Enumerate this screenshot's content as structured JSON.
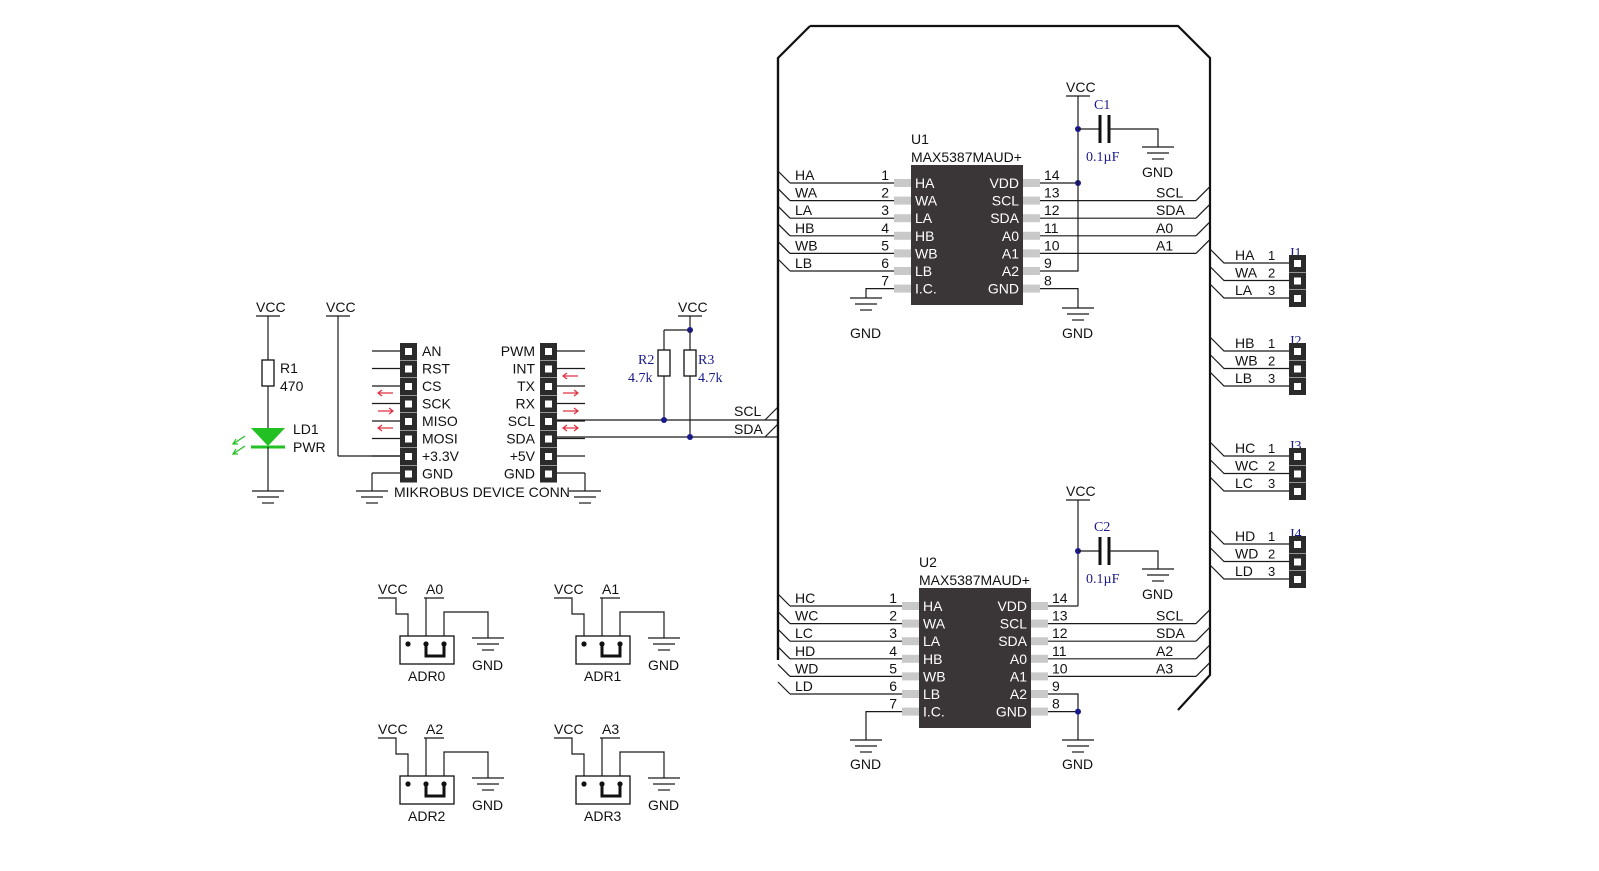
{
  "power": {
    "vcc": "VCC",
    "gnd": "GND"
  },
  "led_section": {
    "r1_ref": "R1",
    "r1_value": "470",
    "ld1_ref": "LD1",
    "ld1_value": "PWR"
  },
  "mikrobus": {
    "caption": "MIKROBUS DEVICE CONN",
    "left_labels": [
      "AN",
      "RST",
      "CS",
      "SCK",
      "MISO",
      "MOSI",
      "+3.3V",
      "GND"
    ],
    "right_labels": [
      "PWM",
      "INT",
      "TX",
      "RX",
      "SCL",
      "SDA",
      "+5V",
      "GND"
    ]
  },
  "pullups": {
    "r2_ref": "R2",
    "r2_value": "4.7k",
    "r3_ref": "R3",
    "r3_value": "4.7k",
    "scl": "SCL",
    "sda": "SDA"
  },
  "u1": {
    "ref": "U1",
    "part": "MAX5387MAUD+",
    "left_pins": [
      {
        "name": "HA",
        "num": "1",
        "net": "HA"
      },
      {
        "name": "WA",
        "num": "2",
        "net": "WA"
      },
      {
        "name": "LA",
        "num": "3",
        "net": "LA"
      },
      {
        "name": "HB",
        "num": "4",
        "net": "HB"
      },
      {
        "name": "WB",
        "num": "5",
        "net": "WB"
      },
      {
        "name": "LB",
        "num": "6",
        "net": "LB"
      },
      {
        "name": "I.C.",
        "num": "7",
        "net": ""
      }
    ],
    "right_pins": [
      {
        "name": "VDD",
        "num": "14",
        "net": ""
      },
      {
        "name": "SCL",
        "num": "13",
        "net": "SCL"
      },
      {
        "name": "SDA",
        "num": "12",
        "net": "SDA"
      },
      {
        "name": "A0",
        "num": "11",
        "net": "A0"
      },
      {
        "name": "A1",
        "num": "10",
        "net": "A1"
      },
      {
        "name": "A2",
        "num": "9",
        "net": ""
      },
      {
        "name": "GND",
        "num": "8",
        "net": ""
      }
    ]
  },
  "u2": {
    "ref": "U2",
    "part": "MAX5387MAUD+",
    "left_pins": [
      {
        "name": "HA",
        "num": "1",
        "net": "HC"
      },
      {
        "name": "WA",
        "num": "2",
        "net": "WC"
      },
      {
        "name": "LA",
        "num": "3",
        "net": "LC"
      },
      {
        "name": "HB",
        "num": "4",
        "net": "HD"
      },
      {
        "name": "WB",
        "num": "5",
        "net": "WD"
      },
      {
        "name": "LB",
        "num": "6",
        "net": "LD"
      },
      {
        "name": "I.C.",
        "num": "7",
        "net": ""
      }
    ],
    "right_pins": [
      {
        "name": "VDD",
        "num": "14",
        "net": ""
      },
      {
        "name": "SCL",
        "num": "13",
        "net": "SCL"
      },
      {
        "name": "SDA",
        "num": "12",
        "net": "SDA"
      },
      {
        "name": "A0",
        "num": "11",
        "net": "A2"
      },
      {
        "name": "A1",
        "num": "10",
        "net": "A3"
      },
      {
        "name": "A2",
        "num": "9",
        "net": ""
      },
      {
        "name": "GND",
        "num": "8",
        "net": ""
      }
    ]
  },
  "caps": [
    {
      "ref": "C1",
      "value": "0.1µF"
    },
    {
      "ref": "C2",
      "value": "0.1µF"
    }
  ],
  "jumpers": [
    {
      "ref": "J1",
      "nets": [
        "HA",
        "WA",
        "LA"
      ],
      "pins": [
        "1",
        "2",
        "3"
      ]
    },
    {
      "ref": "J2",
      "nets": [
        "HB",
        "WB",
        "LB"
      ],
      "pins": [
        "1",
        "2",
        "3"
      ]
    },
    {
      "ref": "J3",
      "nets": [
        "HC",
        "WC",
        "LC"
      ],
      "pins": [
        "1",
        "2",
        "3"
      ]
    },
    {
      "ref": "J4",
      "nets": [
        "HD",
        "WD",
        "LD"
      ],
      "pins": [
        "1",
        "2",
        "3"
      ]
    }
  ],
  "addr_jumpers": [
    {
      "ref": "ADR0",
      "net": "A0"
    },
    {
      "ref": "ADR1",
      "net": "A1"
    },
    {
      "ref": "ADR2",
      "net": "A2"
    },
    {
      "ref": "ADR3",
      "net": "A3"
    }
  ]
}
